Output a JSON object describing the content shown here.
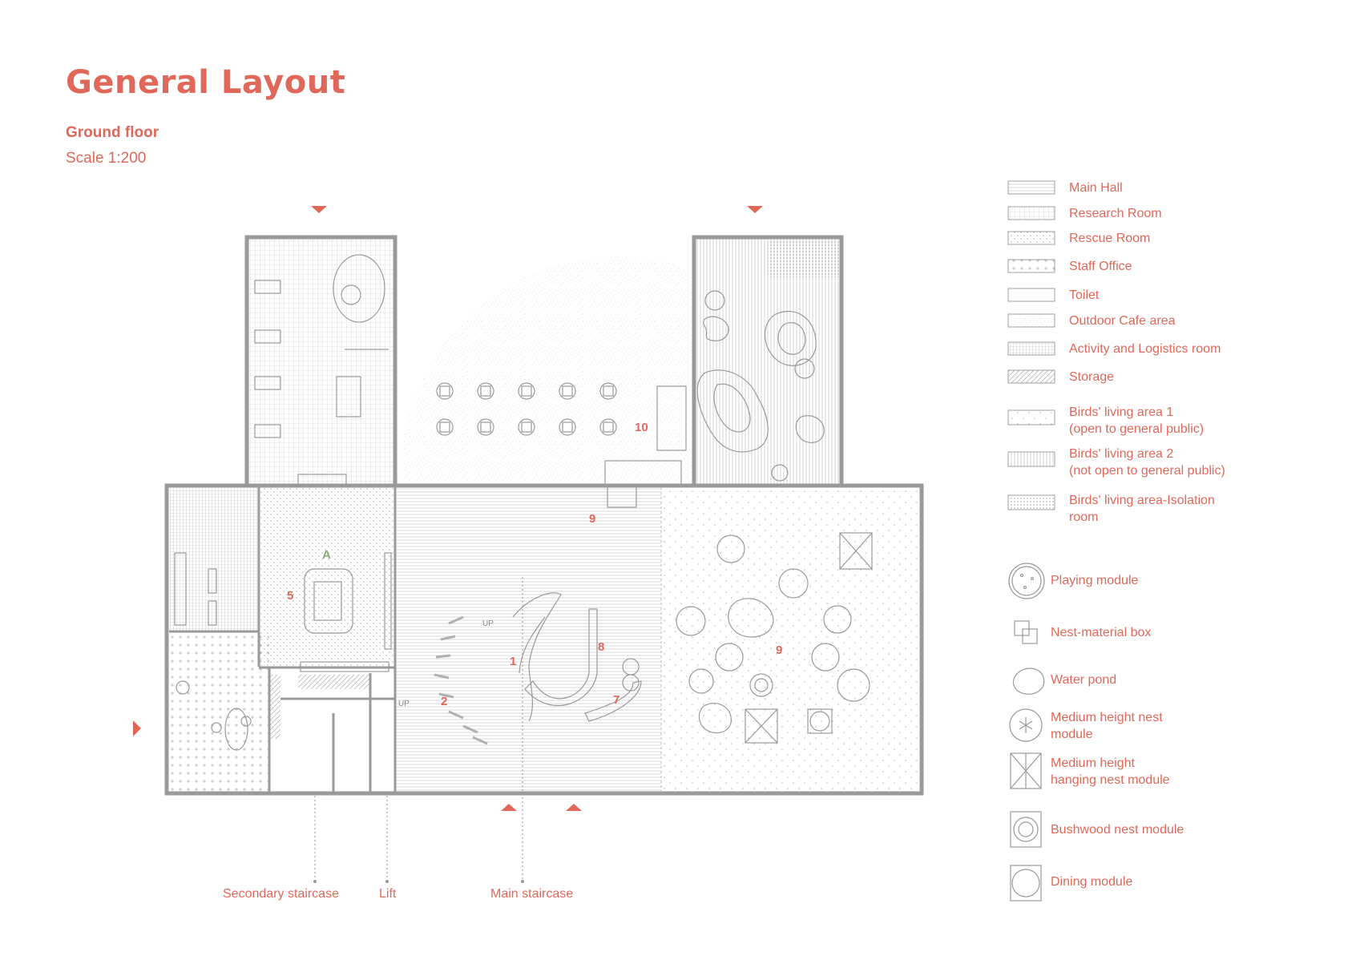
{
  "header": {
    "title": "General Layout",
    "subtitle": "Ground floor",
    "scale": "Scale 1:200"
  },
  "colors": {
    "accent": "#e0685a",
    "wall": "#9a9a9a",
    "line": "#b5b5b5",
    "green_label": "#8aa878"
  },
  "plan_labels": {
    "l1": "1",
    "l2": "2",
    "l5": "5",
    "l7": "7",
    "l8": "8",
    "l9a": "9",
    "l9b": "9",
    "l10": "10",
    "a": "A",
    "up1": "UP",
    "up2": "UP"
  },
  "callouts": {
    "secondary_staircase": "Secondary staircase",
    "lift": "Lift",
    "main_staircase": "Main staircase"
  },
  "legend_zones": [
    {
      "label": "Main Hall",
      "pattern": "hlines"
    },
    {
      "label": "Research Room",
      "pattern": "grid"
    },
    {
      "label": "Rescue Room",
      "pattern": "dots"
    },
    {
      "label": "Staff Office",
      "pattern": "cross"
    },
    {
      "label": "Toilet",
      "pattern": "blank"
    },
    {
      "label": "Outdoor Cafe area",
      "pattern": "noise"
    },
    {
      "label": "Activity and Logistics room",
      "pattern": "densegrid"
    },
    {
      "label": "Storage",
      "pattern": "diag"
    },
    {
      "label": "Birds' living area 1",
      "label2": "(open to general public)",
      "pattern": "sparse"
    },
    {
      "label": "Birds' living area 2",
      "label2": "(not open to general public)",
      "pattern": "vlines"
    },
    {
      "label": "Birds' living area-Isolation",
      "label2": "room",
      "pattern": "densedots"
    }
  ],
  "legend_modules": [
    {
      "label": "Playing module",
      "icon": "playing-module-icon"
    },
    {
      "label": "Nest-material box",
      "icon": "nest-box-icon"
    },
    {
      "label": "Water pond",
      "icon": "water-pond-icon"
    },
    {
      "label": "Medium height nest",
      "label2": "module",
      "icon": "medium-nest-icon"
    },
    {
      "label": "Medium height",
      "label2": "hanging nest module",
      "icon": "hanging-nest-icon"
    },
    {
      "label": "Bushwood nest module",
      "icon": "bushwood-nest-icon"
    },
    {
      "label": "Dining module",
      "icon": "dining-module-icon"
    }
  ]
}
